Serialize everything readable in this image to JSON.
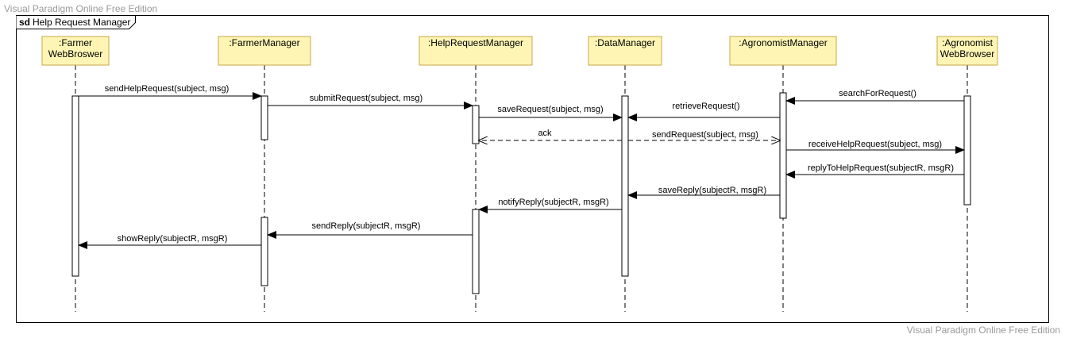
{
  "watermark": {
    "top": "Visual Paradigm Online Free Edition",
    "bottom": "Visual Paradigm Online Free Edition"
  },
  "frame": {
    "keyword": "sd",
    "title": "Help Request Manager"
  },
  "colors": {
    "lifeline_fill": "#fef5b4",
    "lifeline_border": "#c8a74a",
    "line": "#000000"
  },
  "lifelines": [
    {
      "id": "farmer",
      "lines": [
        ":Farmer",
        "WebBroswer"
      ]
    },
    {
      "id": "farmer-manager",
      "lines": [
        ":FarmerManager"
      ]
    },
    {
      "id": "help-request-manager",
      "lines": [
        ":HelpRequestManager"
      ]
    },
    {
      "id": "data-manager",
      "lines": [
        ":DataManager"
      ]
    },
    {
      "id": "agronomist-manager",
      "lines": [
        ":AgronomistManager"
      ]
    },
    {
      "id": "agronomist",
      "lines": [
        ":Agronomist",
        "WebBrowser"
      ]
    }
  ],
  "messages": [
    {
      "label": "sendHelpRequest(subject, msg)",
      "from": "farmer",
      "to": "farmer-manager",
      "kind": "sync"
    },
    {
      "label": "submitRequest(subject, msg)",
      "from": "farmer-manager",
      "to": "help-request-manager",
      "kind": "sync"
    },
    {
      "label": "searchForRequest()",
      "from": "agronomist",
      "to": "agronomist-manager",
      "kind": "sync"
    },
    {
      "label": "saveRequest(subject, msg)",
      "from": "help-request-manager",
      "to": "data-manager",
      "kind": "sync"
    },
    {
      "label": "retrieveRequest()",
      "from": "agronomist-manager",
      "to": "data-manager",
      "kind": "sync"
    },
    {
      "label": "ack",
      "from": "data-manager",
      "to": "help-request-manager",
      "kind": "reply"
    },
    {
      "label": "sendRequest(subject, msg)",
      "from": "data-manager",
      "to": "agronomist-manager",
      "kind": "reply"
    },
    {
      "label": "receiveHelpRequest(subject, msg)",
      "from": "agronomist-manager",
      "to": "agronomist",
      "kind": "sync"
    },
    {
      "label": "replyToHelpRequest(subjectR, msgR)",
      "from": "agronomist",
      "to": "agronomist-manager",
      "kind": "sync"
    },
    {
      "label": "saveReply(subjectR, msgR)",
      "from": "agronomist-manager",
      "to": "data-manager",
      "kind": "sync"
    },
    {
      "label": "notifyReply(subjectR, msgR)",
      "from": "data-manager",
      "to": "help-request-manager",
      "kind": "sync"
    },
    {
      "label": "sendReply(subjectR, msgR)",
      "from": "help-request-manager",
      "to": "farmer-manager",
      "kind": "sync"
    },
    {
      "label": "showReply(subjectR, msgR)",
      "from": "farmer-manager",
      "to": "farmer",
      "kind": "sync"
    }
  ]
}
